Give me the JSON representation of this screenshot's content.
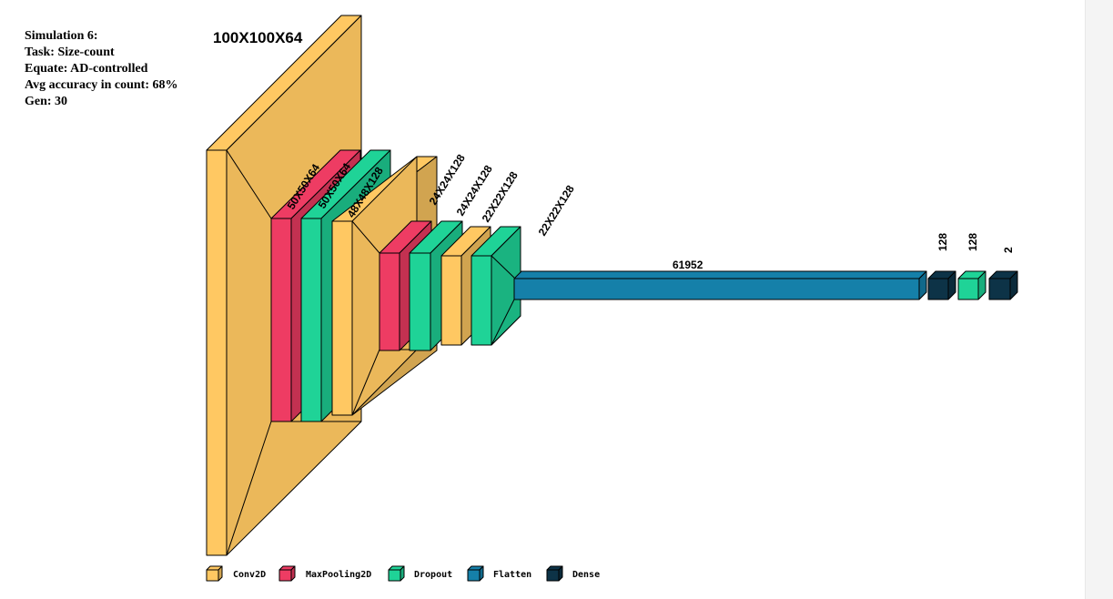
{
  "info": {
    "line1": "Simulation 6:",
    "line2": "Task: Size-count",
    "line3": "Equate: AD-controlled",
    "line4": "Avg accuracy in count: 68%",
    "line5": "Gen: 30"
  },
  "colors": {
    "conv2d": "#ffc862",
    "maxpooling2d": "#ee3c63",
    "dropout": "#1fd397",
    "flatten": "#1580a9",
    "dense": "#0d3347"
  },
  "layers": [
    {
      "type": "Conv2D",
      "label": "100X100X64"
    },
    {
      "type": "MaxPooling2D",
      "label": "50X50X64"
    },
    {
      "type": "Dropout",
      "label": "50X50X64"
    },
    {
      "type": "Conv2D",
      "label": "48X48X128"
    },
    {
      "type": "MaxPooling2D",
      "label": "24X24X128"
    },
    {
      "type": "Dropout",
      "label": "24X24X128"
    },
    {
      "type": "Conv2D",
      "label": "22X22X128"
    },
    {
      "type": "Dropout",
      "label": "22X22X128"
    },
    {
      "type": "Flatten",
      "label": "61952"
    },
    {
      "type": "Dense",
      "label": "128"
    },
    {
      "type": "Dropout",
      "label": "128"
    },
    {
      "type": "Dense",
      "label": "2"
    }
  ],
  "legend": [
    {
      "name": "Conv2D",
      "color_key": "conv2d"
    },
    {
      "name": "MaxPooling2D",
      "color_key": "maxpooling2d"
    },
    {
      "name": "Dropout",
      "color_key": "dropout"
    },
    {
      "name": "Flatten",
      "color_key": "flatten"
    },
    {
      "name": "Dense",
      "color_key": "dense"
    }
  ]
}
